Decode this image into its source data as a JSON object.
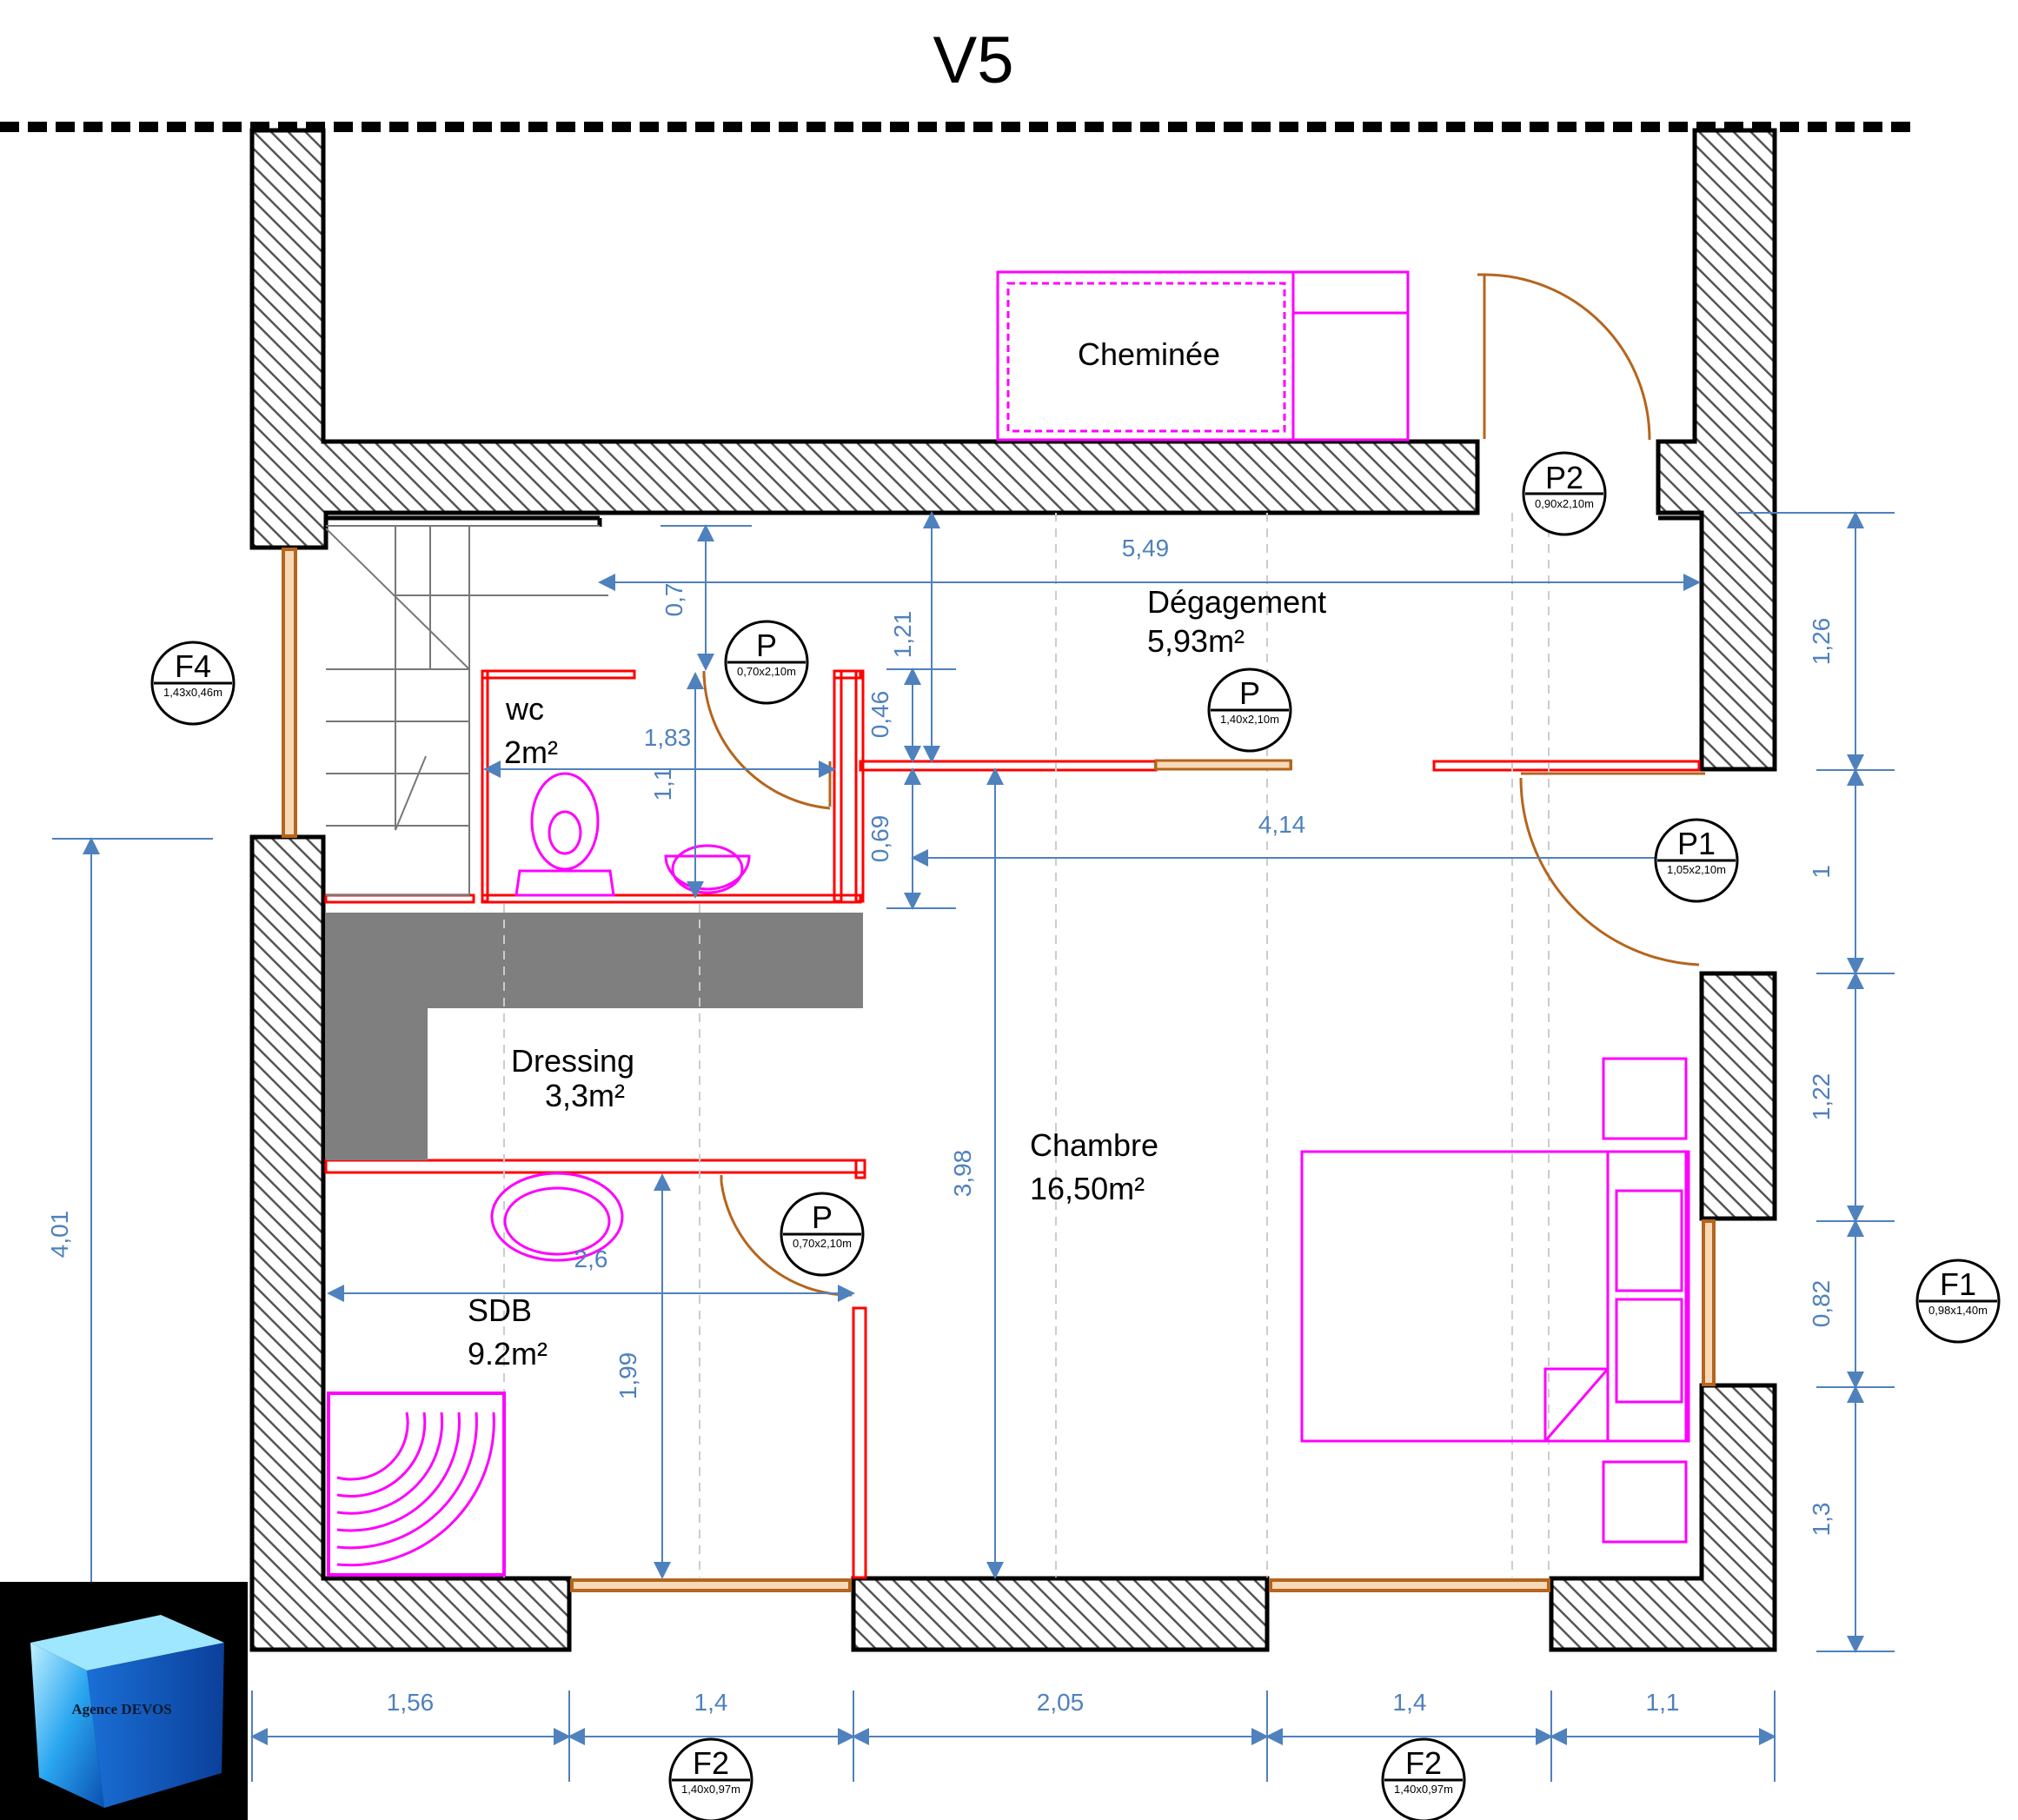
{
  "title": "V5",
  "rooms": {
    "cheminee": "Cheminée",
    "degagement_name": "Dégagement",
    "degagement_area": "5,93m²",
    "wc_name": "wc",
    "wc_area": "2m²",
    "dressing_name": "Dressing",
    "dressing_area": "3,3m²",
    "chambre_name": "Chambre",
    "chambre_area": "16,50m²",
    "sdb_name": "SDB",
    "sdb_area": "9.2m²"
  },
  "openings": {
    "p2": {
      "label": "P2",
      "size": "0,90x2,10m"
    },
    "p_wc": {
      "label": "P",
      "size": "0,70x2,10m"
    },
    "p_chambre": {
      "label": "P",
      "size": "1,40x2,10m"
    },
    "p1": {
      "label": "P1",
      "size": "1,05x2,10m"
    },
    "p_sdb": {
      "label": "P",
      "size": "0,70x2,10m"
    },
    "f4": {
      "label": "F4",
      "size": "1,43x0,46m"
    },
    "f1": {
      "label": "F1",
      "size": "0,98x1,40m"
    },
    "f2_left": {
      "label": "F2",
      "size": "1,40x0,97m"
    },
    "f2_right": {
      "label": "F2",
      "size": "1,40x0,97m"
    }
  },
  "dimensions": {
    "d549": "5,49",
    "d07": "0,7",
    "d121": "1,21",
    "d046": "0,46",
    "d183": "1,83",
    "d11": "1,1",
    "d414": "4,14",
    "d069": "0,69",
    "d398": "3,98",
    "d401": "4,01",
    "d26": "2,6",
    "d199": "1,99",
    "r126": "1,26",
    "r1": "1",
    "r122": "1,22",
    "r082": "0,82",
    "r13": "1,3",
    "b156": "1,56",
    "b14a": "1,4",
    "b205": "2,05",
    "b14b": "1,4",
    "b11": "1,1"
  },
  "logo": {
    "text": "Agence DEVOS"
  },
  "colors": {
    "wall": "#000000",
    "hatch": "#555555",
    "partition": "#ff0000",
    "dimension": "#4f81bd",
    "furniture": "#ff00ff",
    "door": "#b5651d",
    "dressing_shelf": "#7f7f7f"
  }
}
